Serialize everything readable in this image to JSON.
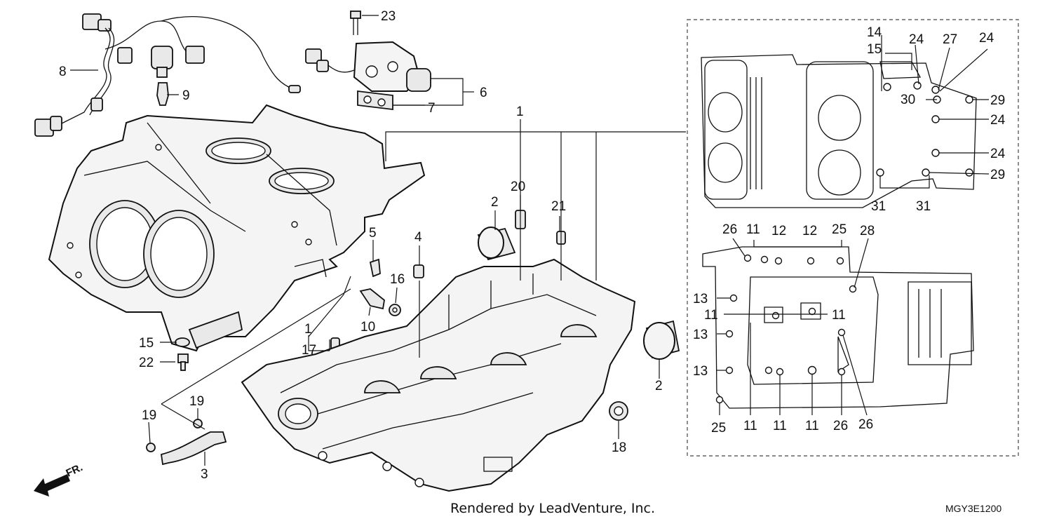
{
  "diagram": {
    "footer_text": "Rendered by LeadVenture, Inc.",
    "diagram_code": "MGY3E1200",
    "direction_label": "FR.",
    "callouts": [
      {
        "id": "c23",
        "text": "23"
      },
      {
        "id": "c8",
        "text": "8"
      },
      {
        "id": "c9",
        "text": "9"
      },
      {
        "id": "c6",
        "text": "6"
      },
      {
        "id": "c7",
        "text": "7"
      },
      {
        "id": "c1a",
        "text": "1"
      },
      {
        "id": "c20",
        "text": "20"
      },
      {
        "id": "c21",
        "text": "21"
      },
      {
        "id": "c2a",
        "text": "2"
      },
      {
        "id": "c5",
        "text": "5"
      },
      {
        "id": "c4",
        "text": "4"
      },
      {
        "id": "c16",
        "text": "16"
      },
      {
        "id": "c10",
        "text": "10"
      },
      {
        "id": "c1b",
        "text": "1"
      },
      {
        "id": "c17",
        "text": "17"
      },
      {
        "id": "c15a",
        "text": "15"
      },
      {
        "id": "c22",
        "text": "22"
      },
      {
        "id": "c19a",
        "text": "19"
      },
      {
        "id": "c19b",
        "text": "19"
      },
      {
        "id": "c3",
        "text": "3"
      },
      {
        "id": "c2b",
        "text": "2"
      },
      {
        "id": "c18",
        "text": "18"
      },
      {
        "id": "c14",
        "text": "14"
      },
      {
        "id": "c15b",
        "text": "15"
      },
      {
        "id": "c24a",
        "text": "24"
      },
      {
        "id": "c27",
        "text": "27"
      },
      {
        "id": "c24b",
        "text": "24"
      },
      {
        "id": "c30",
        "text": "30"
      },
      {
        "id": "c29a",
        "text": "29"
      },
      {
        "id": "c24c",
        "text": "24"
      },
      {
        "id": "c24d",
        "text": "24"
      },
      {
        "id": "c29b",
        "text": "29"
      },
      {
        "id": "c31a",
        "text": "31"
      },
      {
        "id": "c31b",
        "text": "31"
      },
      {
        "id": "c26a",
        "text": "26"
      },
      {
        "id": "c11a",
        "text": "11"
      },
      {
        "id": "c12a",
        "text": "12"
      },
      {
        "id": "c12b",
        "text": "12"
      },
      {
        "id": "c25a",
        "text": "25"
      },
      {
        "id": "c28",
        "text": "28"
      },
      {
        "id": "c13a",
        "text": "13"
      },
      {
        "id": "c11b",
        "text": "11"
      },
      {
        "id": "c11c",
        "text": "11"
      },
      {
        "id": "c13b",
        "text": "13"
      },
      {
        "id": "c13c",
        "text": "13"
      },
      {
        "id": "c25b",
        "text": "25"
      },
      {
        "id": "c11d",
        "text": "11"
      },
      {
        "id": "c11e",
        "text": "11"
      },
      {
        "id": "c11f",
        "text": "11"
      },
      {
        "id": "c26b",
        "text": "26"
      },
      {
        "id": "c26c",
        "text": "26"
      }
    ]
  }
}
